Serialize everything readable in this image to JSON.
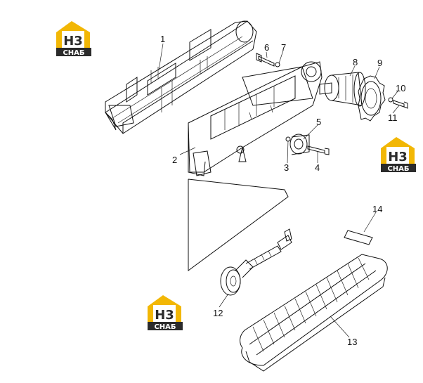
{
  "diagram": {
    "callouts": [
      "1",
      "2",
      "3",
      "4",
      "5",
      "6",
      "7",
      "8",
      "9",
      "10",
      "11",
      "12",
      "13",
      "14"
    ]
  },
  "watermark": {
    "letters": "H3",
    "word": "СНАБ",
    "colors": {
      "gold": "#F2B705",
      "dark": "#2b2b2b",
      "white": "#ffffff"
    }
  }
}
